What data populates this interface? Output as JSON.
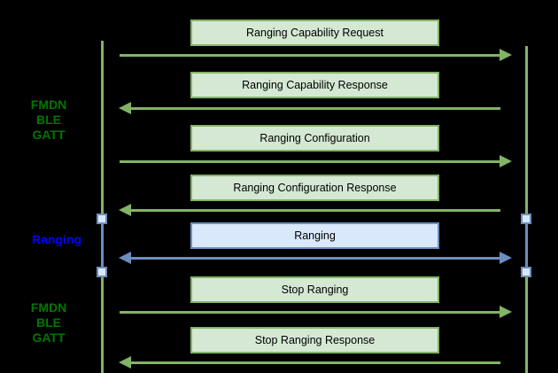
{
  "side_labels": [
    {
      "lines": [
        "FMDN",
        "BLE",
        "GATT"
      ],
      "color": "#007700"
    },
    {
      "lines": [
        "Ranging"
      ],
      "color": "#0000ff"
    },
    {
      "lines": [
        "FMDN",
        "BLE",
        "GATT"
      ],
      "color": "#007700"
    }
  ],
  "messages": [
    {
      "label": "Ranging Capability Request",
      "direction": "right",
      "style": "green"
    },
    {
      "label": "Ranging Capability Response",
      "direction": "left",
      "style": "green"
    },
    {
      "label": "Ranging Configuration",
      "direction": "right",
      "style": "green"
    },
    {
      "label": "Ranging Configuration Response",
      "direction": "left",
      "style": "green"
    },
    {
      "label": "Ranging",
      "direction": "both",
      "style": "blue"
    },
    {
      "label": "Stop Ranging",
      "direction": "right",
      "style": "green"
    },
    {
      "label": "Stop Ranging Response",
      "direction": "left",
      "style": "green"
    }
  ],
  "colors": {
    "background": "#000000",
    "green_fill": "#d5e8d4",
    "green_stroke": "#82b366",
    "blue_fill": "#dae8fc",
    "blue_stroke": "#6c8ebf",
    "green_label_text": "#007700",
    "blue_label_text": "#0000ff",
    "message_text": "#000000"
  }
}
